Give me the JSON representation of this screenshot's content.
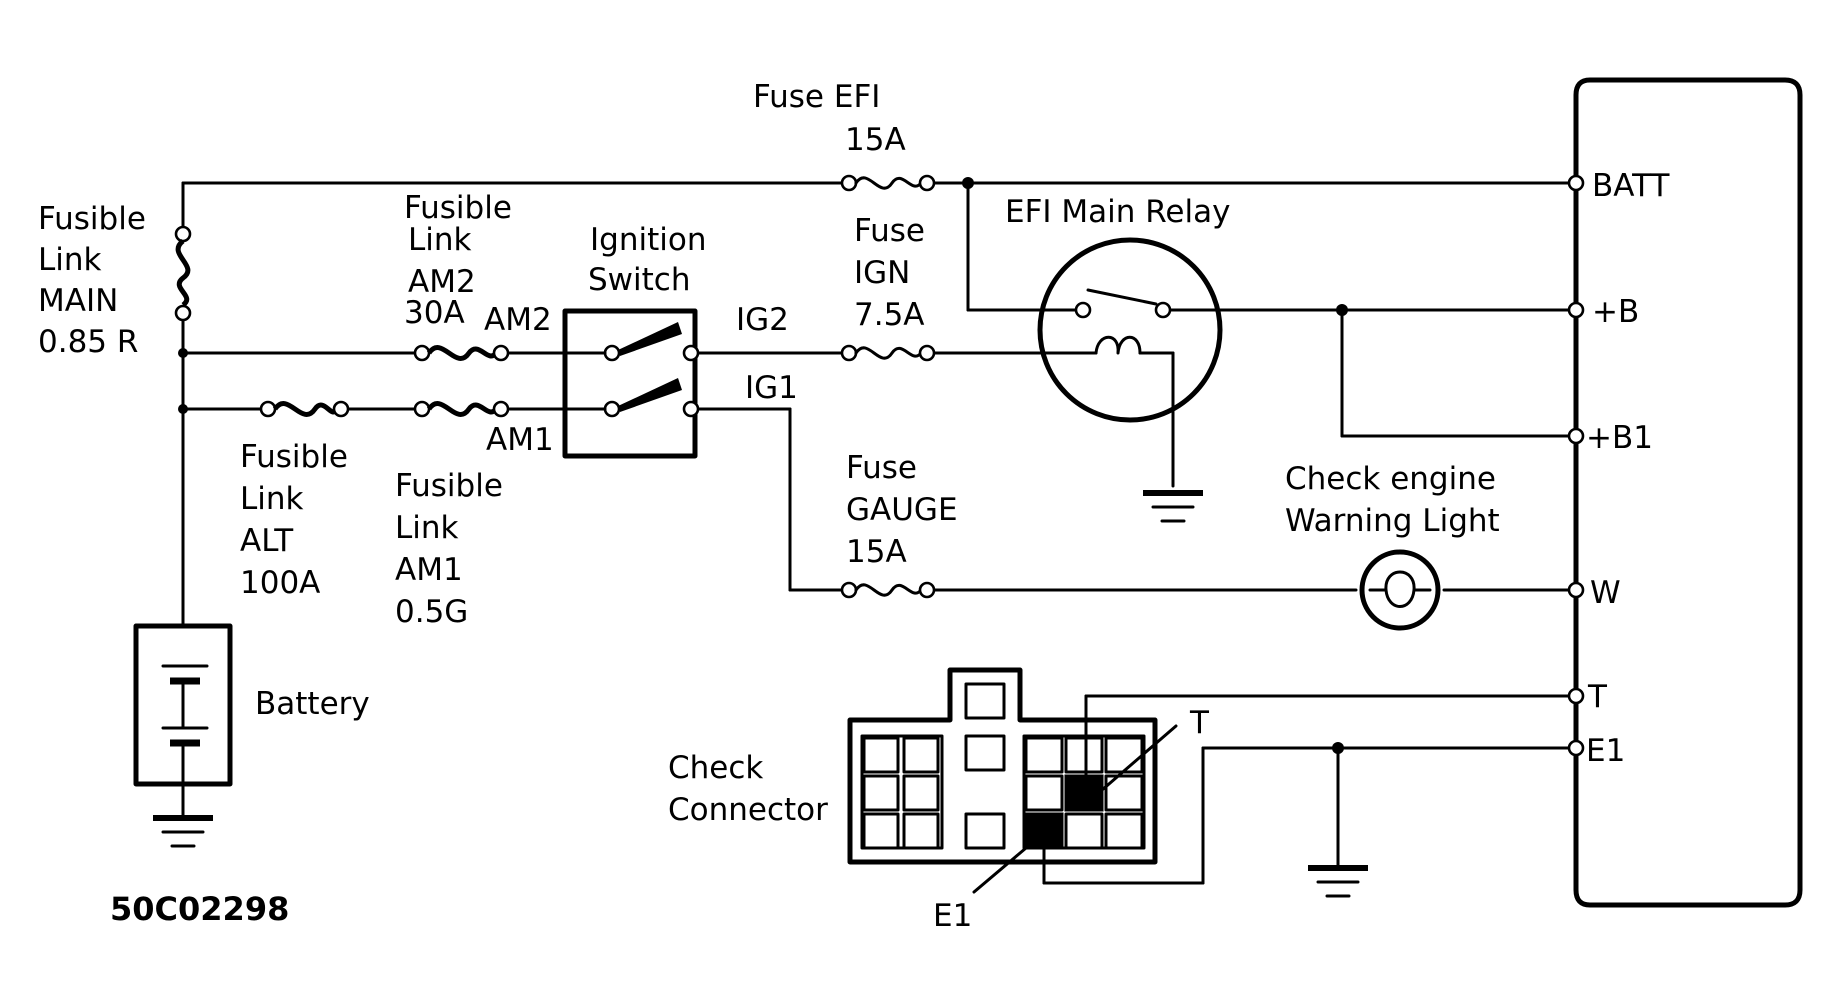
{
  "labels": {
    "fuse_efi": [
      "Fuse EFI",
      "15A"
    ],
    "fusible_link_main": [
      "Fusible",
      "Link",
      "MAIN",
      "0.85 R"
    ],
    "fusible_link_am2": [
      "Fusible",
      "Link",
      "AM2",
      "30A"
    ],
    "ignition_switch": [
      "Ignition",
      "Switch"
    ],
    "fuse_ign": [
      "Fuse",
      "IGN",
      "7.5A"
    ],
    "efi_main_relay": "EFI Main Relay",
    "am2": "AM2",
    "am1": "AM1",
    "ig2": "IG2",
    "ig1": "IG1",
    "fusible_link_alt": [
      "Fusible",
      "Link",
      "ALT",
      "100A"
    ],
    "fusible_link_am1": [
      "Fusible",
      "Link",
      "AM1",
      "0.5G"
    ],
    "fuse_gauge": [
      "Fuse",
      "GAUGE",
      "15A"
    ],
    "check_engine_light": [
      "Check engine",
      "Warning Light"
    ],
    "battery": "Battery",
    "check_connector": [
      "Check",
      "Connector"
    ],
    "connector_t": "T",
    "connector_e1": "E1",
    "figure_code": "50C02298"
  },
  "ecu_terminals": [
    "BATT",
    "+B",
    "+B1",
    "W",
    "T",
    "E1"
  ]
}
